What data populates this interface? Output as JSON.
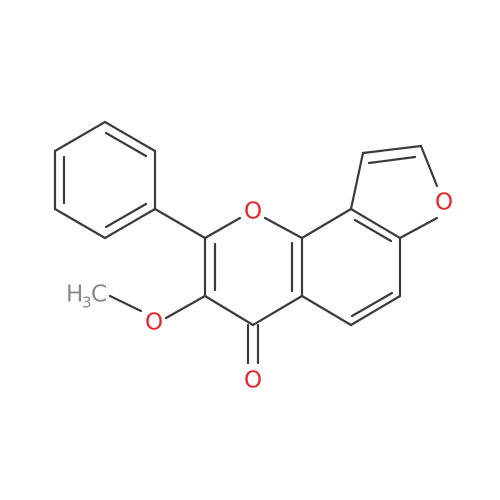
{
  "molecule": {
    "atoms": {
      "O_pyranone": {
        "label": "O",
        "color": "#e8272d"
      },
      "O_furan": {
        "label": "O",
        "color": "#e8272d"
      },
      "O_carbonyl": {
        "label": "O",
        "color": "#e8272d"
      },
      "O_methoxy": {
        "label": "O",
        "color": "#e8272d"
      },
      "methyl": {
        "label": "H",
        "subscript": "3",
        "suffix": "C",
        "color": "#8a8a8a"
      }
    },
    "colors": {
      "bond": "#3b3b3b",
      "oxygen": "#e8272d",
      "carbon_label": "#8a8a8a",
      "background": "#ffffff"
    }
  }
}
